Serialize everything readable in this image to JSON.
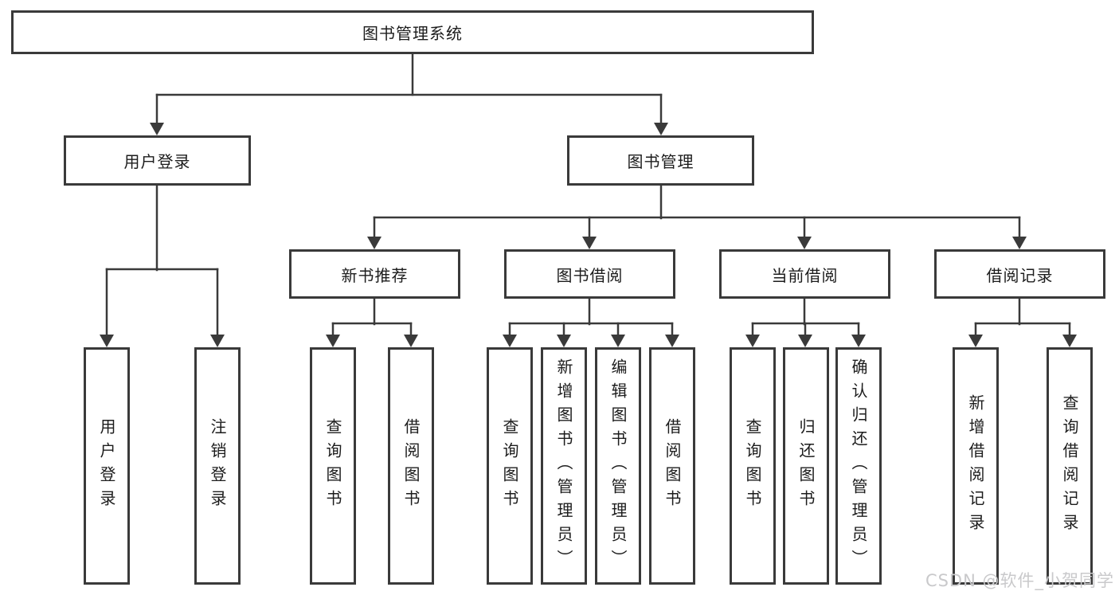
{
  "diagram": {
    "root": {
      "label": "图书管理系统"
    },
    "branches": [
      {
        "label": "用户登录",
        "children": [
          {
            "label": "用户登录"
          },
          {
            "label": "注销登录"
          }
        ]
      },
      {
        "label": "图书管理",
        "children": [
          {
            "label": "新书推荐",
            "children": [
              {
                "label": "查询图书"
              },
              {
                "label": "借阅图书"
              }
            ]
          },
          {
            "label": "图书借阅",
            "children": [
              {
                "label": "查询图书"
              },
              {
                "label": "新增图书（管理员）"
              },
              {
                "label": "编辑图书（管理员）"
              },
              {
                "label": "借阅图书"
              }
            ]
          },
          {
            "label": "当前借阅",
            "children": [
              {
                "label": "查询图书"
              },
              {
                "label": "归还图书"
              },
              {
                "label": "确认归还（管理员）"
              }
            ]
          },
          {
            "label": "借阅记录",
            "children": [
              {
                "label": "新增借阅记录"
              },
              {
                "label": "查询借阅记录"
              }
            ]
          }
        ]
      }
    ],
    "watermark": "CSDN @软件_小贺同学",
    "colors": {
      "line": "#3a3a3a",
      "box_border": "#3a3a3a",
      "text": "#1c1c1c",
      "watermark": "#c9c9cb",
      "background": "#ffffff"
    }
  }
}
